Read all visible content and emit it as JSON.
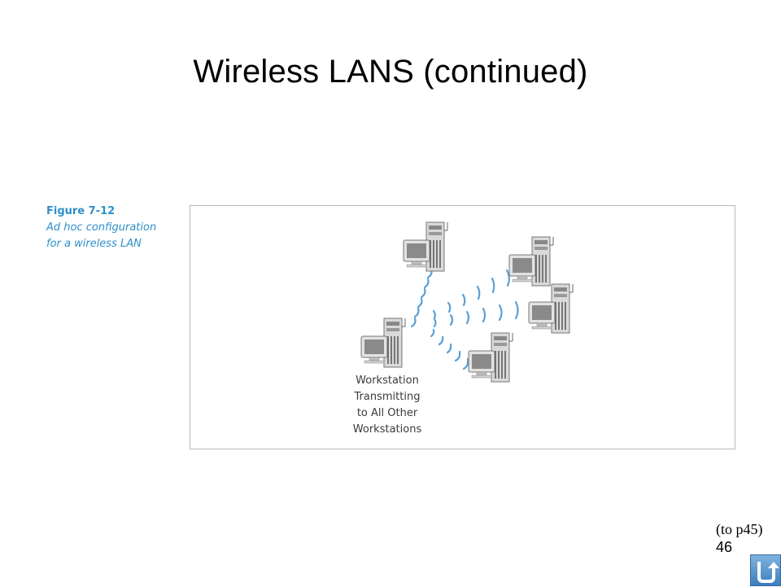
{
  "slide": {
    "title": "Wireless LANS (continued)",
    "page_number": "46",
    "reference_note": "(to p45)"
  },
  "figure": {
    "number": "Figure 7-12",
    "description_line1": "Ad hoc configuration",
    "description_line2": "for a wireless LAN",
    "workstation_label": [
      "Workstation",
      "Transmitting",
      "to All Other",
      "Workstations"
    ]
  },
  "colors": {
    "caption": "#2e90c9",
    "signal_waves": "#5aa0d8",
    "nav_button": "#4a89c8"
  },
  "icons": {
    "nav": "return-arrow-icon",
    "device": "workstation-icon"
  }
}
